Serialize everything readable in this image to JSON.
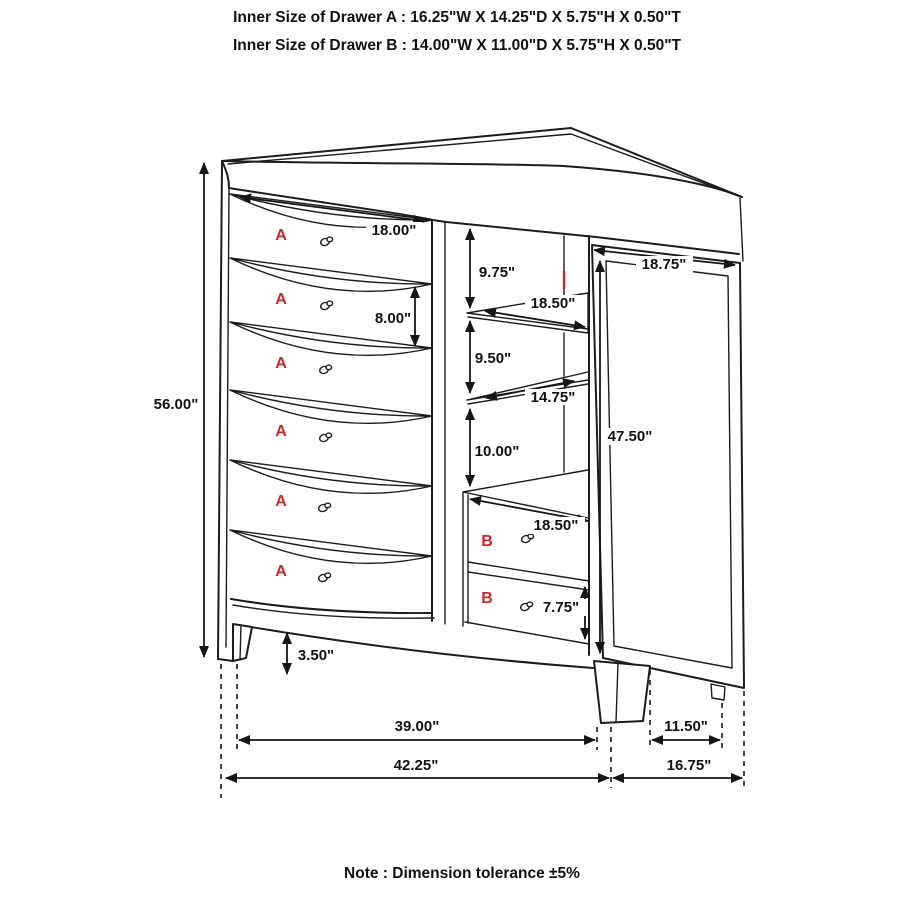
{
  "header": {
    "line1": "Inner Size of Drawer A : 16.25\"W X 14.25\"D X 5.75\"H X 0.50\"T",
    "line2": "Inner Size of Drawer B : 14.00\"W X 11.00\"D X 5.75\"H X 0.50\"T"
  },
  "note": "Note : Dimension tolerance ±5%",
  "labels": {
    "drawer_a": "A",
    "drawer_b": "B"
  },
  "colors": {
    "line": "#1c1c1c",
    "accent_red": "#c8262b",
    "background": "#ffffff"
  },
  "dims": {
    "overall_height": "56.00\"",
    "drawer_a_width": "18.00\"",
    "drawer_a_front_height": "8.00\"",
    "opening_top_gap": "9.75\"",
    "shelf_top_width": "18.50\"",
    "opening_mid_gap": "9.50\"",
    "shelf_mid_width": "14.75\"",
    "opening_bottom_gap": "10.00\"",
    "door_height": "47.50\"",
    "door_width": "18.75\"",
    "drawer_b_width": "18.50\"",
    "drawer_b_front_height": "7.75\"",
    "leg_height": "3.50\"",
    "cabinet_width": "39.00\"",
    "door_foot_span": "11.50\"",
    "base_width": "42.25\"",
    "door_base_span": "16.75\""
  }
}
